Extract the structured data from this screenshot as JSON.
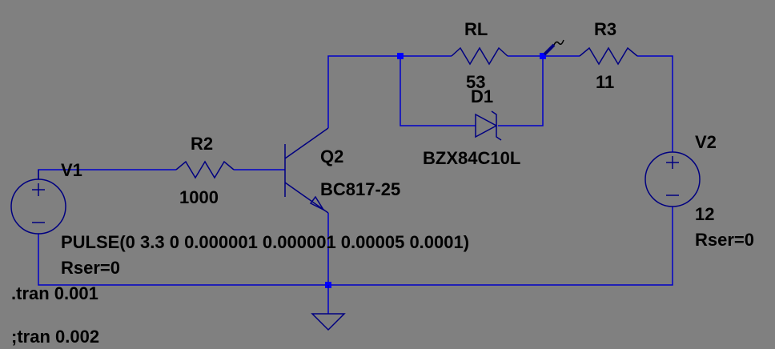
{
  "components": {
    "V1": {
      "name": "V1",
      "value": "PULSE(0 3.3 0 0.000001 0.000001 0.00005 0.0001)",
      "rser": "Rser=0"
    },
    "V2": {
      "name": "V2",
      "value": "12",
      "rser": "Rser=0"
    },
    "R2": {
      "name": "R2",
      "value": "1000"
    },
    "RL": {
      "name": "RL",
      "value": "53"
    },
    "R3": {
      "name": "R3",
      "value": "11"
    },
    "D1": {
      "name": "D1",
      "value": "BZX84C10L"
    },
    "Q2": {
      "name": "Q2",
      "value": "BC817-25"
    }
  },
  "directives": {
    "tran1": ".tran 0.001",
    "tran2": ";tran 0.002"
  },
  "colors": {
    "background": "#808080",
    "wire": "#0000c8",
    "junction": "#0000ff",
    "symbol": "#000080",
    "text": "#000000"
  }
}
